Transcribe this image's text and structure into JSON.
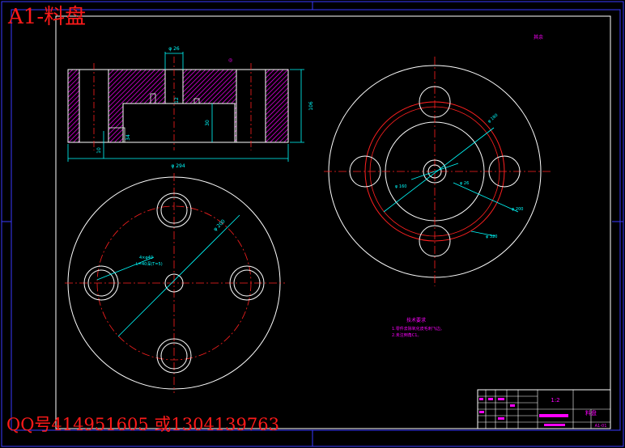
{
  "overlay": {
    "title": "A1-料盘",
    "contact": "QQ号414951605  或1304139763"
  },
  "section_view": {
    "dim_overall_width": "φ 294",
    "dim_height": "106",
    "dim_top_bore": "φ 26",
    "dim_inner_depth": "12",
    "dim_inner_height": "30",
    "dim_bottom": "10",
    "dim_step": "34"
  },
  "top_view": {
    "dim_diameter": "φ 200",
    "dim_hole_callout_1": "4×φ40",
    "dim_hole_callout_2": "L=40深(T=5)"
  },
  "right_view": {
    "corner_note": "其余",
    "dim_1": "φ 180",
    "dim_2": "φ 160",
    "dim_3": "φ 26",
    "dim_4": "φ 200",
    "dim_5": "φ 320"
  },
  "notes": {
    "heading": "技术要求",
    "line1": "1.零件去除氧化皮毛刺飞边。",
    "line2": "2.未注倒角C1。"
  },
  "title_block": {
    "scale_box": "1:2",
    "part_name": "料盘",
    "drawing_number": "A1-01"
  },
  "colors": {
    "background": "#000000",
    "outline": "#ffffff",
    "hatch": "#ff00ff",
    "center_lines": "#ff2020",
    "dimensions": "#00ffff",
    "frame": "#3a3aff",
    "overlay_text": "#ff1a1a"
  }
}
